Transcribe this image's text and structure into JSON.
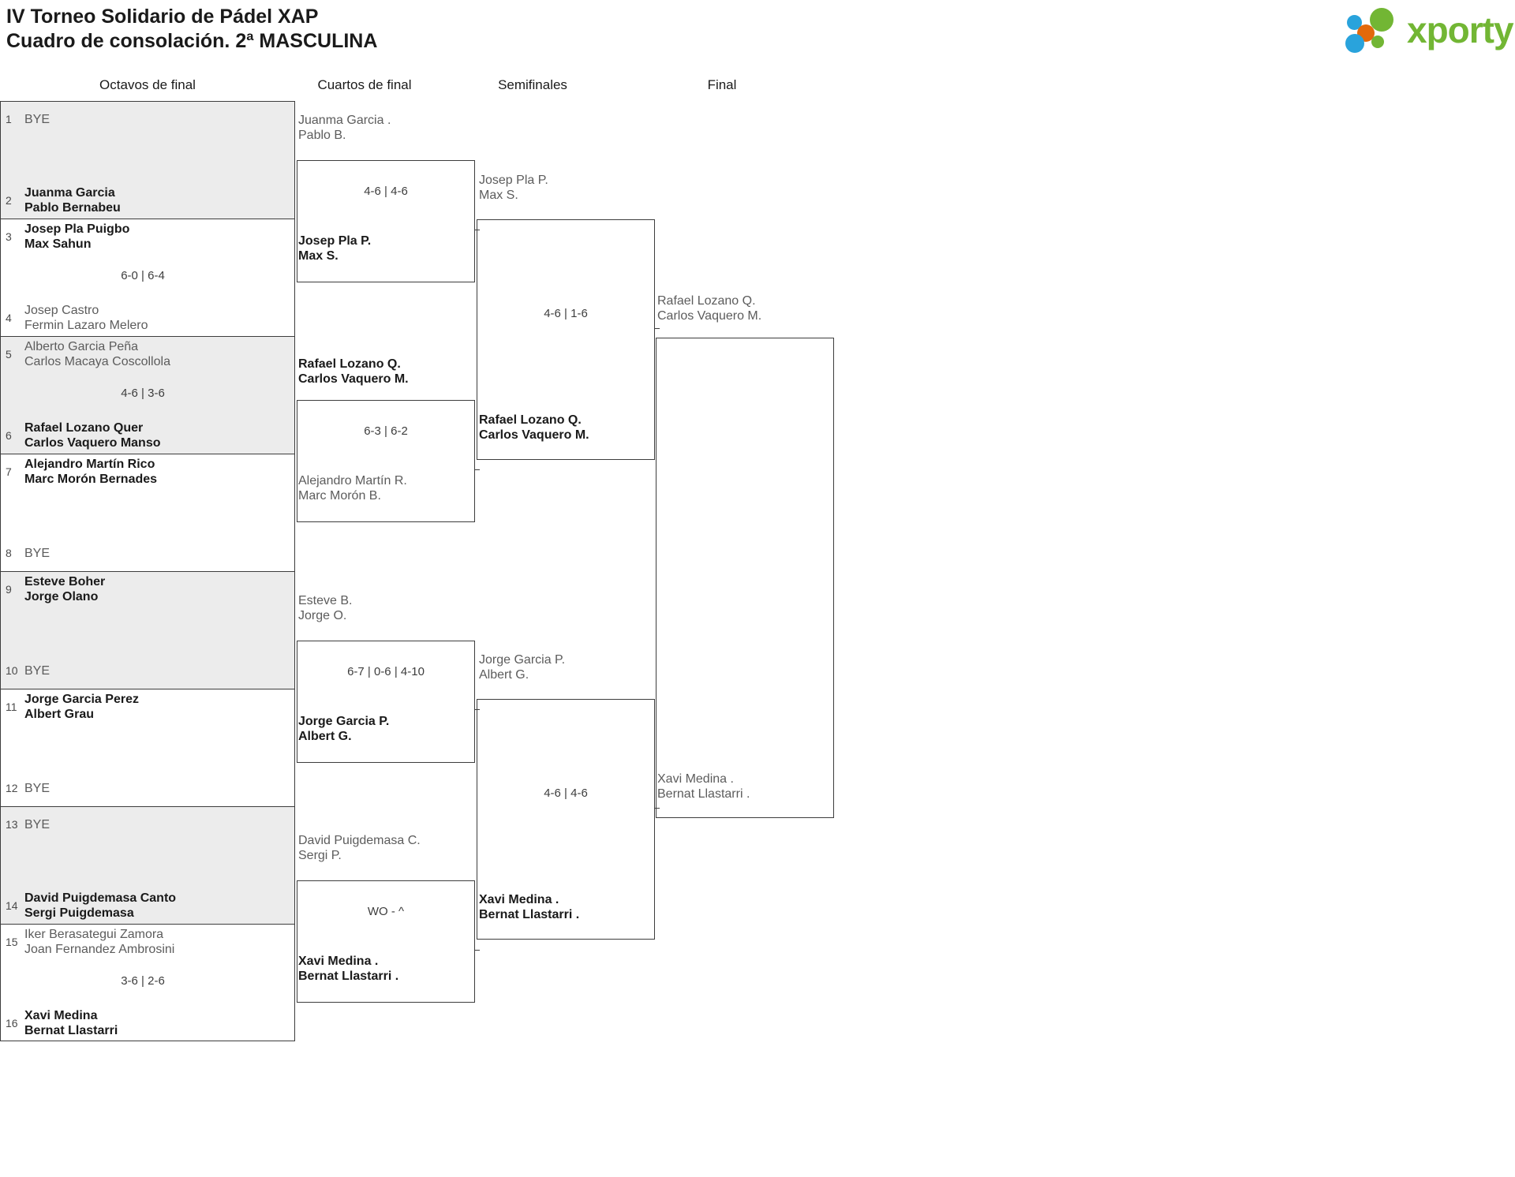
{
  "header": {
    "title_line1": "IV Torneo Solidario de Pádel XAP",
    "title_line2": "Cuadro de consolación. 2ª MASCULINA",
    "logo_text": "xporty",
    "logo_colors": {
      "green": "#72b634",
      "blue": "#29a3dc",
      "orange": "#e3690b"
    }
  },
  "columns": [
    {
      "label": "Octavos de final"
    },
    {
      "label": "Cuartos de final"
    },
    {
      "label": "Semifinales"
    },
    {
      "label": "Final"
    }
  ],
  "round1": {
    "matches": [
      {
        "score": "",
        "top": {
          "seed": "1",
          "bye": true,
          "label": "BYE",
          "p1": "",
          "p2": "",
          "result": "lose"
        },
        "bottom": {
          "seed": "2",
          "bye": false,
          "p1": "Juanma Garcia",
          "p2": "Pablo Bernabeu",
          "result": "win"
        }
      },
      {
        "score": "6-0 | 6-4",
        "top": {
          "seed": "3",
          "bye": false,
          "p1": "Josep Pla Puigbo",
          "p2": "Max Sahun",
          "result": "win"
        },
        "bottom": {
          "seed": "4",
          "bye": false,
          "p1": "Josep Castro",
          "p2": "Fermin Lazaro Melero",
          "result": "lose"
        }
      },
      {
        "score": "4-6 | 3-6",
        "top": {
          "seed": "5",
          "bye": false,
          "p1": "Alberto Garcia Peña",
          "p2": "Carlos Macaya Coscollola",
          "result": "lose"
        },
        "bottom": {
          "seed": "6",
          "bye": false,
          "p1": "Rafael Lozano Quer",
          "p2": "Carlos Vaquero Manso",
          "result": "win"
        }
      },
      {
        "score": "",
        "top": {
          "seed": "7",
          "bye": false,
          "p1": "Alejandro Martín Rico",
          "p2": "Marc Morón Bernades",
          "result": "win"
        },
        "bottom": {
          "seed": "8",
          "bye": true,
          "label": "BYE",
          "p1": "",
          "p2": "",
          "result": "lose"
        }
      },
      {
        "score": "",
        "top": {
          "seed": "9",
          "bye": false,
          "p1": "Esteve Boher",
          "p2": "Jorge Olano",
          "result": "win"
        },
        "bottom": {
          "seed": "10",
          "bye": true,
          "label": "BYE",
          "p1": "",
          "p2": "",
          "result": "lose"
        }
      },
      {
        "score": "",
        "top": {
          "seed": "11",
          "bye": false,
          "p1": "Jorge Garcia Perez",
          "p2": "Albert Grau",
          "result": "win"
        },
        "bottom": {
          "seed": "12",
          "bye": true,
          "label": "BYE",
          "p1": "",
          "p2": "",
          "result": "lose"
        }
      },
      {
        "score": "",
        "top": {
          "seed": "13",
          "bye": true,
          "label": "BYE",
          "p1": "",
          "p2": "",
          "result": "lose"
        },
        "bottom": {
          "seed": "14",
          "bye": false,
          "p1": "David Puigdemasa Canto",
          "p2": "Sergi Puigdemasa",
          "result": "win"
        }
      },
      {
        "score": "3-6 | 2-6",
        "top": {
          "seed": "15",
          "bye": false,
          "p1": "Iker Berasategui Zamora",
          "p2": "Joan Fernandez Ambrosini",
          "result": "lose"
        },
        "bottom": {
          "seed": "16",
          "bye": false,
          "p1": "Xavi Medina",
          "p2": "Bernat Llastarri",
          "result": "win"
        }
      }
    ]
  },
  "round2": {
    "matches": [
      {
        "score": "4-6 | 4-6",
        "top": {
          "p1": "Juanma Garcia .",
          "p2": "Pablo B.",
          "result": "lose"
        },
        "bottom": {
          "p1": "Josep Pla P.",
          "p2": "Max S.",
          "result": "win"
        }
      },
      {
        "score": "6-3 | 6-2",
        "top": {
          "p1": "Rafael Lozano Q.",
          "p2": "Carlos Vaquero M.",
          "result": "win"
        },
        "bottom": {
          "p1": "Alejandro Martín R.",
          "p2": "Marc Morón B.",
          "result": "lose"
        }
      },
      {
        "score": "6-7 | 0-6 | 4-10",
        "top": {
          "p1": "Esteve B.",
          "p2": "Jorge O.",
          "result": "lose"
        },
        "bottom": {
          "p1": "Jorge Garcia P.",
          "p2": "Albert G.",
          "result": "win"
        }
      },
      {
        "score": "WO - ^",
        "top": {
          "p1": "David Puigdemasa C.",
          "p2": "Sergi P.",
          "result": "lose"
        },
        "bottom": {
          "p1": "Xavi Medina .",
          "p2": "Bernat Llastarri .",
          "result": "win"
        }
      }
    ]
  },
  "round3": {
    "matches": [
      {
        "score": "4-6 | 1-6",
        "top": {
          "p1": "Josep Pla P.",
          "p2": "Max S.",
          "result": "lose"
        },
        "bottom": {
          "p1": "Rafael Lozano Q.",
          "p2": "Carlos Vaquero M.",
          "result": "win"
        }
      },
      {
        "score": "4-6 | 4-6",
        "top": {
          "p1": "Jorge Garcia P.",
          "p2": "Albert G.",
          "result": "lose"
        },
        "bottom": {
          "p1": "Xavi Medina .",
          "p2": "Bernat Llastarri .",
          "result": "win"
        }
      }
    ]
  },
  "round4": {
    "matches": [
      {
        "score": "",
        "top": {
          "p1": "Rafael Lozano Q.",
          "p2": "Carlos Vaquero M.",
          "result": "lose"
        },
        "bottom": {
          "p1": "Xavi Medina .",
          "p2": "Bernat Llastarri .",
          "result": "lose"
        }
      }
    ]
  }
}
